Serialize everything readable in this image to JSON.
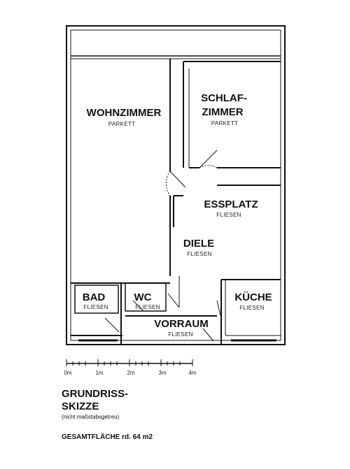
{
  "rooms": {
    "wohnzimmer": {
      "name": "WOHNZIMMER",
      "floor": "PARKETT"
    },
    "schlafzimmer": {
      "name_line1": "SCHLAF-",
      "name_line2": "ZIMMER",
      "floor": "PARKETT"
    },
    "essplatz": {
      "name": "ESSPLATZ",
      "floor": "FLIESEN"
    },
    "diele": {
      "name": "DIELE",
      "floor": "FLIESEN"
    },
    "bad": {
      "name": "BAD",
      "floor": "FLIESEN"
    },
    "wc": {
      "name": "WC",
      "floor": "FLIESEN"
    },
    "kueche": {
      "name": "KÜCHE",
      "floor": "FLIESEN"
    },
    "vorraum": {
      "name": "VORRAUM",
      "floor": "FLIESEN"
    }
  },
  "scale_bar": {
    "ticks": [
      "0m",
      "1m",
      "2m",
      "3m",
      "4m"
    ]
  },
  "caption": {
    "title_line1": "GRUNDRISS-",
    "title_line2": "SKIZZE",
    "note": "(nicht maßstabsgetreu)",
    "area": "GESAMTFLÄCHE rd. 64 m2"
  }
}
